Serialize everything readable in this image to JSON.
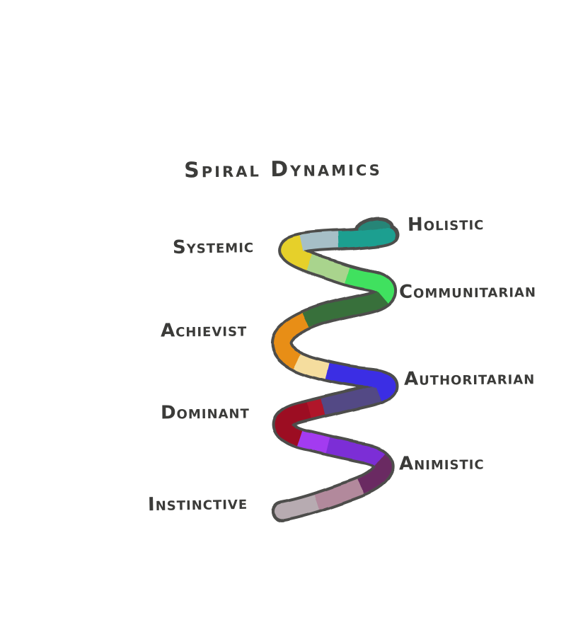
{
  "title": "Spiral Dynamics",
  "text_color": "#3b3b39",
  "outline_color": "#4d4d4b",
  "labels": {
    "left": [
      {
        "text": "Systemic"
      },
      {
        "text": "Achievist"
      },
      {
        "text": "Dominant"
      },
      {
        "text": "Instinctive"
      }
    ],
    "right": [
      {
        "text": "Holistic"
      },
      {
        "text": "Communitarian"
      },
      {
        "text": "Authoritarian"
      },
      {
        "text": "Animistic"
      }
    ]
  },
  "spiral": {
    "curl_color": "#268577",
    "segments": [
      {
        "name": "instinctive-light-beige",
        "color": "#b7abb1",
        "start": 0,
        "end": 52
      },
      {
        "name": "instinctive-mauve",
        "color": "#b2899c",
        "start": 46,
        "end": 110
      },
      {
        "name": "animistic-plum",
        "color": "#6b2a62",
        "start": 104,
        "end": 160
      },
      {
        "name": "animistic-purple",
        "color": "#7b2ed6",
        "start": 154,
        "end": 228
      },
      {
        "name": "animistic-bright-purple",
        "color": "#a33af0",
        "start": 222,
        "end": 264
      },
      {
        "name": "dominant-dark-red",
        "color": "#9c0e22",
        "start": 258,
        "end": 332
      },
      {
        "name": "dominant-crimson",
        "color": "#b0122a",
        "start": 326,
        "end": 350
      },
      {
        "name": "authoritarian-slate",
        "color": "#524a85",
        "start": 344,
        "end": 422
      },
      {
        "name": "authoritarian-blue",
        "color": "#3b2de4",
        "start": 416,
        "end": 517
      },
      {
        "name": "achievist-cream",
        "color": "#f5dd9e",
        "start": 511,
        "end": 558
      },
      {
        "name": "achievist-orange",
        "color": "#e88e18",
        "start": 552,
        "end": 634
      },
      {
        "name": "communitarian-dark-green",
        "color": "#37703b",
        "start": 628,
        "end": 734
      },
      {
        "name": "communitarian-green",
        "color": "#41e15e",
        "start": 728,
        "end": 797
      },
      {
        "name": "communitarian-light-green",
        "color": "#a9d48d",
        "start": 791,
        "end": 847
      },
      {
        "name": "systemic-yellow",
        "color": "#e6d02a",
        "start": 841,
        "end": 896
      },
      {
        "name": "holistic-grey-blue",
        "color": "#a6bfc7",
        "start": 890,
        "end": 943
      },
      {
        "name": "holistic-teal",
        "color": "#1f9f90",
        "start": 937,
        "end": 1000
      }
    ]
  }
}
